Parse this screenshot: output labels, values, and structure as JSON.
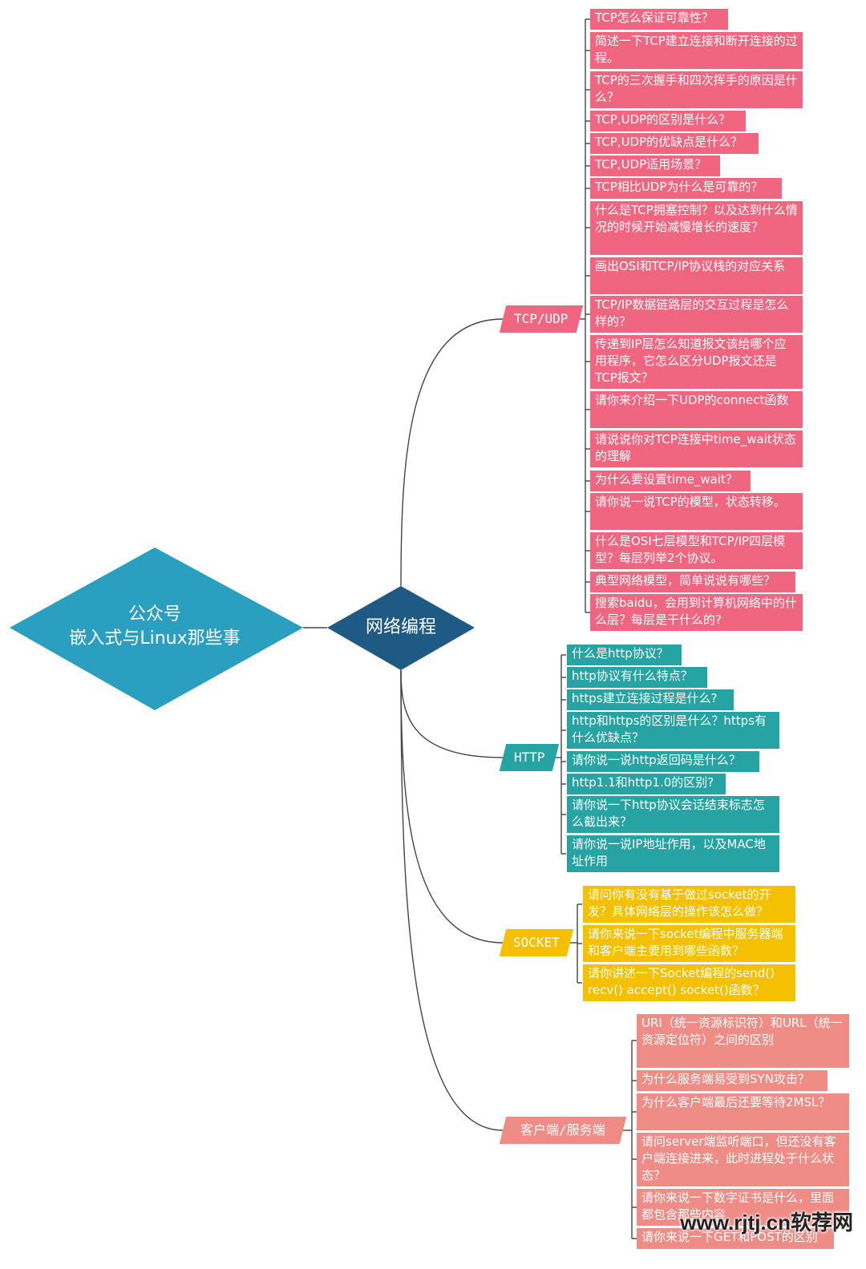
{
  "root": {
    "text_lines": [
      "公众号",
      "嵌入式与Linux那些事"
    ],
    "color": "#2b9fbf"
  },
  "center": {
    "text": "网络编程",
    "color": "#1f5a85"
  },
  "branches": [
    {
      "label": "TCP/UDP",
      "color": "#f06680",
      "items": [
        "TCP怎么保证可靠性？",
        "简述一下TCP建立连接和断开连接的过程。",
        "TCP的三次握手和四次挥手的原因是什么？",
        "TCP,UDP的区别是什么？",
        "TCP,UDP的优缺点是什么？",
        "TCP,UDP适用场景？",
        "TCP相比UDP为什么是可靠的？",
        "什么是TCP拥塞控制？以及达到什么情况的时候开始减慢增长的速度？",
        "画出OSI和TCP/IP协议栈的对应关系",
        "TCP/IP数据链路层的交互过程是怎么样的？",
        "传递到IP层怎么知道报文该给哪个应用程序，它怎么区分UDP报文还是TCP报文？",
        "请你来介绍一下UDP的connect函数",
        "请说说你对TCP连接中time_wait状态的理解",
        "为什么要设置time_wait？",
        "请你说一说TCP的模型，状态转移。",
        "什么是OSI七层模型和TCP/IP四层模型？每层列举2个协议。",
        "典型网络模型，简单说说有哪些？",
        "搜索baidu，会用到计算机网络中的什么层？每层是干什么的?"
      ]
    },
    {
      "label": "HTTP",
      "color": "#26a3a3",
      "items": [
        "什么是http协议？",
        "http协议有什么特点？",
        "https建立连接过程是什么?",
        "http和https的区别是什么？https有什么优缺点？",
        "请你说一说http返回码是什么？",
        "http1.1和http1.0的区别?",
        "请你说一下http协议会话结束标志怎么截出来？",
        "请你说一说IP地址作用，以及MAC地址作用"
      ]
    },
    {
      "label": "SOCKET",
      "color": "#f5c000",
      "items": [
        "请问你有没有基于做过socket的开发？具体网络层的操作该怎么做？",
        "请你来说一下socket编程中服务器端和客户端主要用到哪些函数？",
        "请你讲述一下Socket编程的send() recv() accept() socket()函数？"
      ]
    },
    {
      "label": "客户端/服务端",
      "color": "#ef8c86",
      "items": [
        "URI（统一资源标识符）和URL（统一资源定位符）之间的区别",
        "为什么服务端易受到SYN攻击？",
        "为什么客户端最后还要等待2MSL？",
        "请问server端监听端口，但还没有客户端连接进来，此时进程处于什么状态？",
        "请你来说一下数字证书是什么，里面都包含那些内容",
        "请你来说一下GET和POST的区别"
      ]
    }
  ],
  "watermark": "www.rjtj.cn软荐网"
}
